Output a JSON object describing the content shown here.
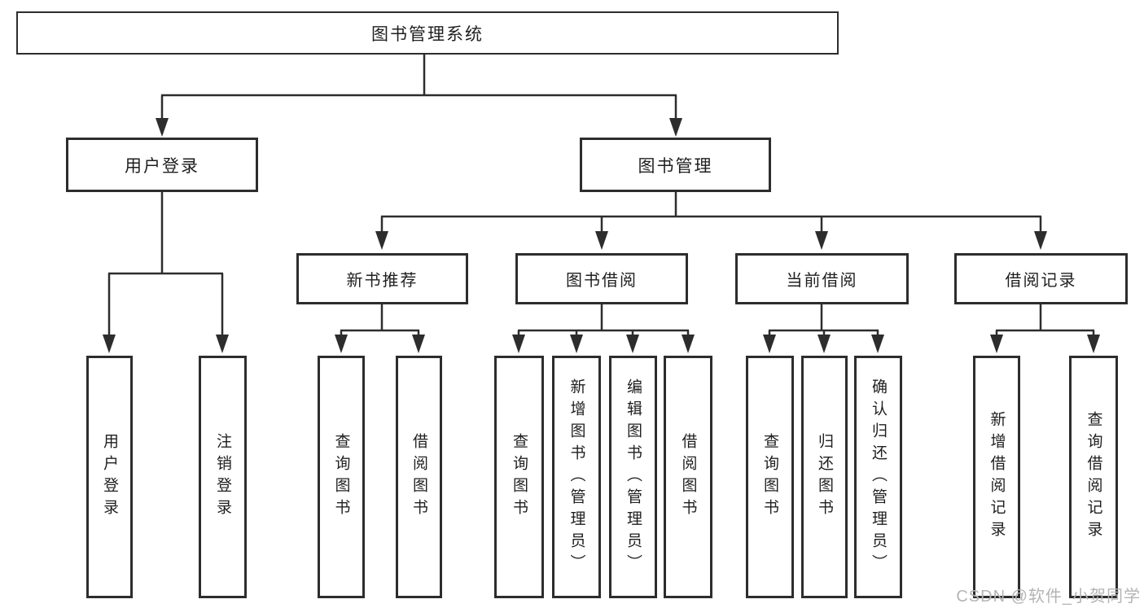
{
  "diagram": {
    "root": "图书管理系统",
    "level2": {
      "user_login": "用户登录",
      "book_management": "图书管理"
    },
    "level3": [
      "新书推荐",
      "图书借阅",
      "当前借阅",
      "借阅记录"
    ],
    "leaves": {
      "user_login_children": [
        "用户登录",
        "注销登录"
      ],
      "new_book_children": [
        "查询图书",
        "借阅图书"
      ],
      "book_borrow_children": [
        "查询图书",
        "新增图书（管理员）",
        "编辑图书（管理员）",
        "借阅图书"
      ],
      "current_borrow_children": [
        "查询图书",
        "归还图书",
        "确认归还（管理员）"
      ],
      "borrow_record_children": [
        "新增借阅记录",
        "查询借阅记录"
      ]
    }
  },
  "watermark": "CSDN @软件_小贺同学",
  "colors": {
    "line": "#2d2d2d",
    "box_border": "#2d2d2d",
    "text": "#1f1f1f",
    "watermark": "#b4b4b4",
    "background": "#ffffff"
  }
}
